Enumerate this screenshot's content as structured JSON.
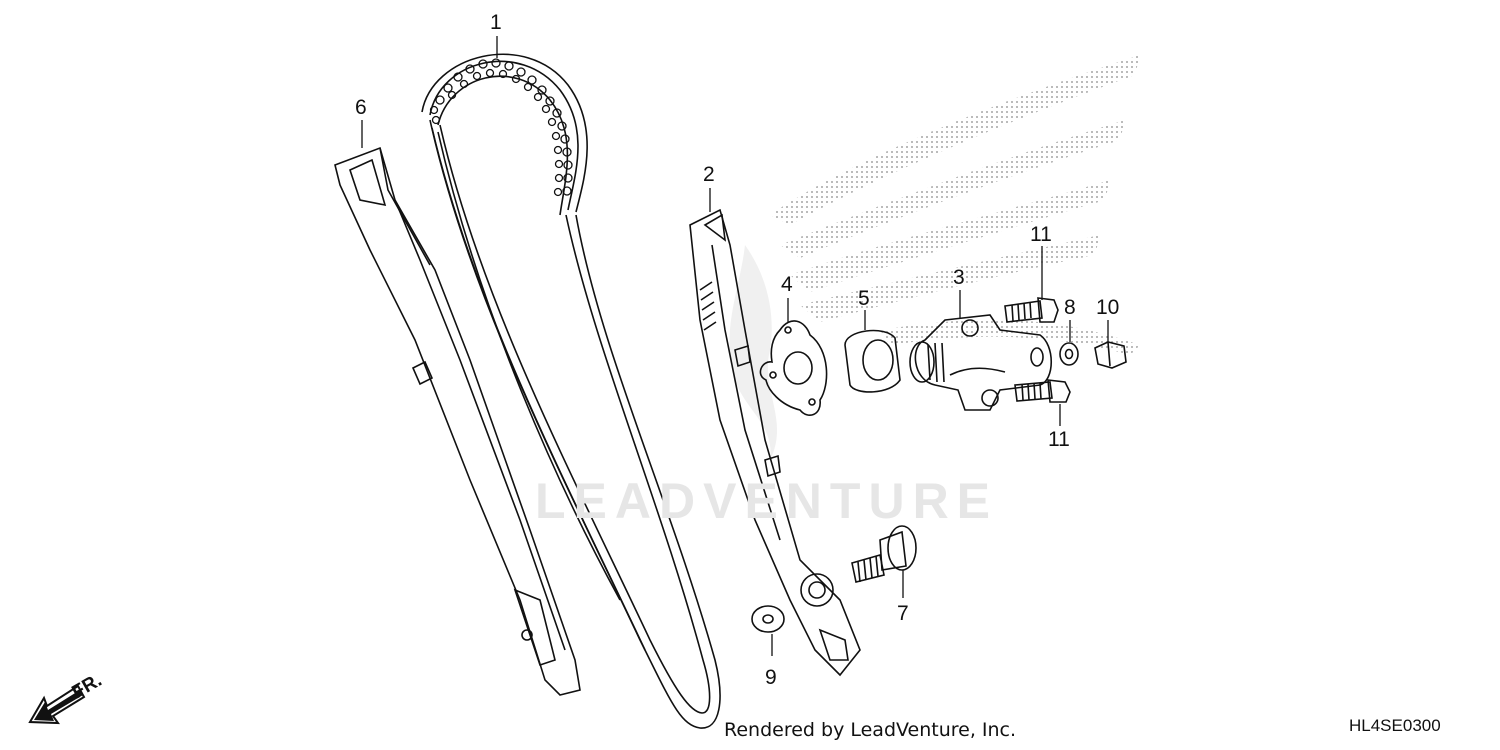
{
  "diagram": {
    "watermark": "LEADVENTURE",
    "footer": "Rendered by LeadVenture, Inc.",
    "diagram_code": "HL4SE0300",
    "direction_label": "FR.",
    "callouts": [
      {
        "id": "c1",
        "text": "1"
      },
      {
        "id": "c2",
        "text": "2"
      },
      {
        "id": "c3",
        "text": "3"
      },
      {
        "id": "c4",
        "text": "4"
      },
      {
        "id": "c5",
        "text": "5"
      },
      {
        "id": "c6",
        "text": "6"
      },
      {
        "id": "c7",
        "text": "7"
      },
      {
        "id": "c8",
        "text": "8"
      },
      {
        "id": "c9",
        "text": "9"
      },
      {
        "id": "c10",
        "text": "10"
      },
      {
        "id": "c11a",
        "text": "11"
      },
      {
        "id": "c11b",
        "text": "11"
      }
    ]
  },
  "colors": {
    "line": "#111111",
    "dots": "#8a8a8a",
    "watermark": "#e6e6e6"
  }
}
